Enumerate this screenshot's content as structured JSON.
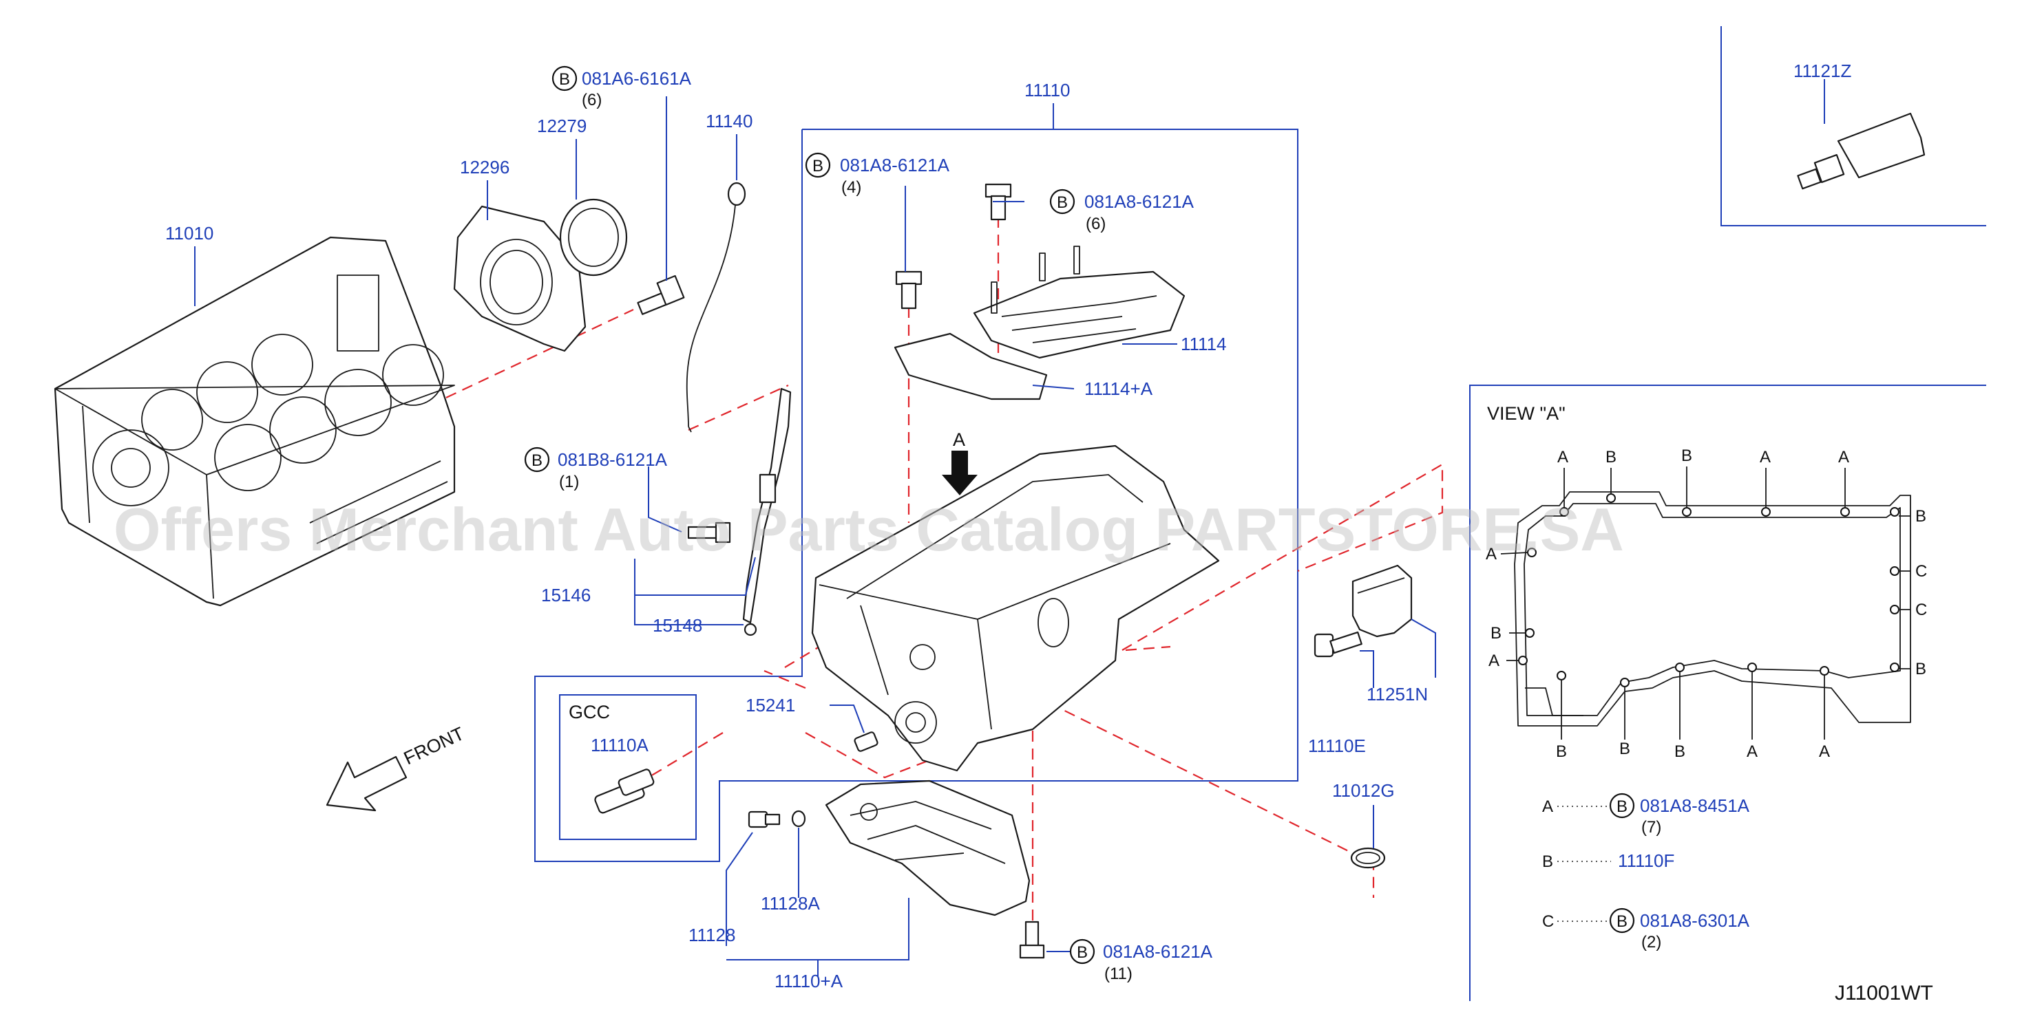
{
  "watermark": "Offers Merchant Auto Parts Catalog PARTSTORE.SA",
  "diagram_code": "J11001WT",
  "front_label": "FRONT",
  "gcc_label": "GCC",
  "view_label": "VIEW \"A\"",
  "arrow_label": "A",
  "bolt_letter": "B",
  "parts": {
    "p11010": "11010",
    "p12296": "12296",
    "p12279": "12279",
    "p11140": "11140",
    "p11110": "11110",
    "p11114": "11114",
    "p11114a": "11114+A",
    "p15146": "15146",
    "p15148": "15148",
    "p15241": "15241",
    "p11110a": "11110A",
    "p11251n": "11251N",
    "p11110e": "11110E",
    "p11012g": "11012G",
    "p11128": "11128",
    "p11128a": "11128A",
    "p11110plusa": "11110+A",
    "p11121z": "11121Z"
  },
  "bolts": {
    "b1": {
      "pn": "081A6-6161A",
      "qty": "(6)"
    },
    "b2": {
      "pn": "081B8-6121A",
      "qty": "(1)"
    },
    "b3": {
      "pn": "081A8-6121A",
      "qty": "(4)"
    },
    "b4": {
      "pn": "081A8-6121A",
      "qty": "(6)"
    },
    "b5": {
      "pn": "081A8-6121A",
      "qty": "(11)"
    }
  },
  "view_points": {
    "top": [
      "A",
      "B",
      "B",
      "A",
      "A"
    ],
    "right": [
      "B",
      "C",
      "C",
      "B"
    ],
    "left": [
      "A",
      "B",
      "A"
    ],
    "bottom": [
      "B",
      "B",
      "B",
      "A",
      "A"
    ]
  },
  "legend": [
    {
      "key": "A",
      "circle": "B",
      "pn": "081A8-8451A",
      "qty": "(7)"
    },
    {
      "key": "B",
      "circle": "",
      "pn": "11110F",
      "qty": ""
    },
    {
      "key": "C",
      "circle": "B",
      "pn": "081A8-6301A",
      "qty": "(2)"
    }
  ]
}
